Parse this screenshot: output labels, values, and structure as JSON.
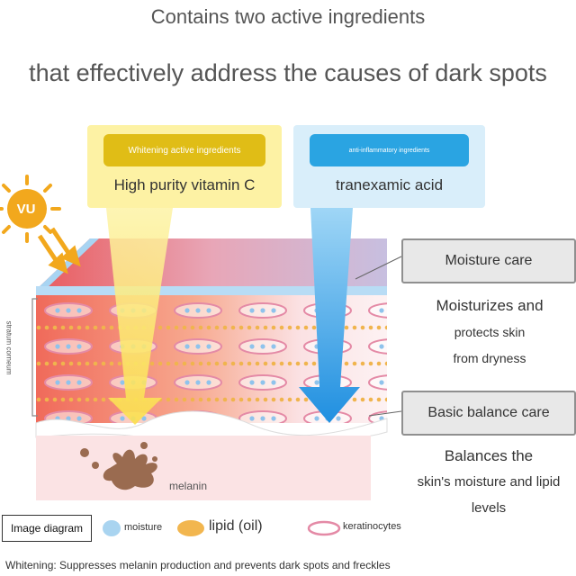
{
  "headline": {
    "line1": "Contains two active ingredients",
    "line2": "that effectively address the causes of dark spots"
  },
  "ingredients": [
    {
      "tag": "Whitening active ingredients",
      "name": "High purity vitamin C",
      "color": "#e0bd16"
    },
    {
      "tag": "anti-inflammatory ingredients",
      "name": "tranexamic acid",
      "color": "#2aa4e2"
    }
  ],
  "sun": {
    "label": "VU"
  },
  "callouts": [
    {
      "title": "Moisture care",
      "lines": [
        "Moisturizes and",
        "protects skin",
        "from dryness"
      ]
    },
    {
      "title": "Basic balance care",
      "lines": [
        "Balances the",
        "skin's moisture and lipid",
        "levels"
      ]
    }
  ],
  "diagram": {
    "stratum_label": "stratum corneum",
    "melanin_label": "melanin"
  },
  "legend": {
    "title": "Image diagram",
    "items": [
      {
        "label": "moisture",
        "color": "#a9d4f0"
      },
      {
        "label": "lipid (oil)",
        "color": "#f2b64f"
      },
      {
        "label": "keratinocytes",
        "color": "#e48aa6"
      }
    ]
  },
  "footer": "Whitening: Suppresses melanin production and prevents dark spots and freckles"
}
